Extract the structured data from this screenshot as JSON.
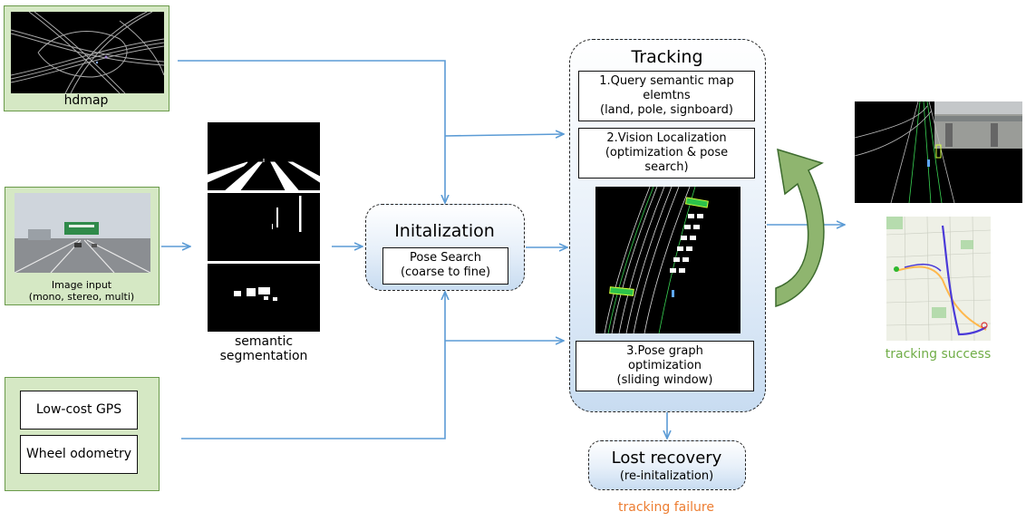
{
  "inputs": {
    "hdmap_label": "hdmap",
    "image_label": "Image input\n(mono, stereo, multi)",
    "gps_label": "Low-cost GPS",
    "odometry_label": "Wheel odometry"
  },
  "segmentation": {
    "label": "semantic\nsegmentation"
  },
  "initialization": {
    "title": "Initalization",
    "step": "Pose Search\n(coarse to fine)"
  },
  "tracking": {
    "title": "Tracking",
    "step1": "1.Query semantic map\nelemtns\n(land, pole, signboard)",
    "step2": "2.Vision Localization\n(optimization & pose\nsearch)",
    "step3": "3.Pose graph\noptimization\n(sliding window)"
  },
  "lost_recovery": {
    "title": "Lost recovery",
    "subtitle": "(re-initalization)"
  },
  "outcomes": {
    "success": "tracking success",
    "failure": "tracking failure"
  },
  "colors": {
    "arrow": "#5b9bd5",
    "input_fill": "#d5e8c4",
    "input_border": "#6a9a4a",
    "success_text": "#70ad47",
    "failure_text": "#ed7d31",
    "loop_arrow_fill": "#8fb56f",
    "loop_arrow_border": "#3d6b2e"
  }
}
